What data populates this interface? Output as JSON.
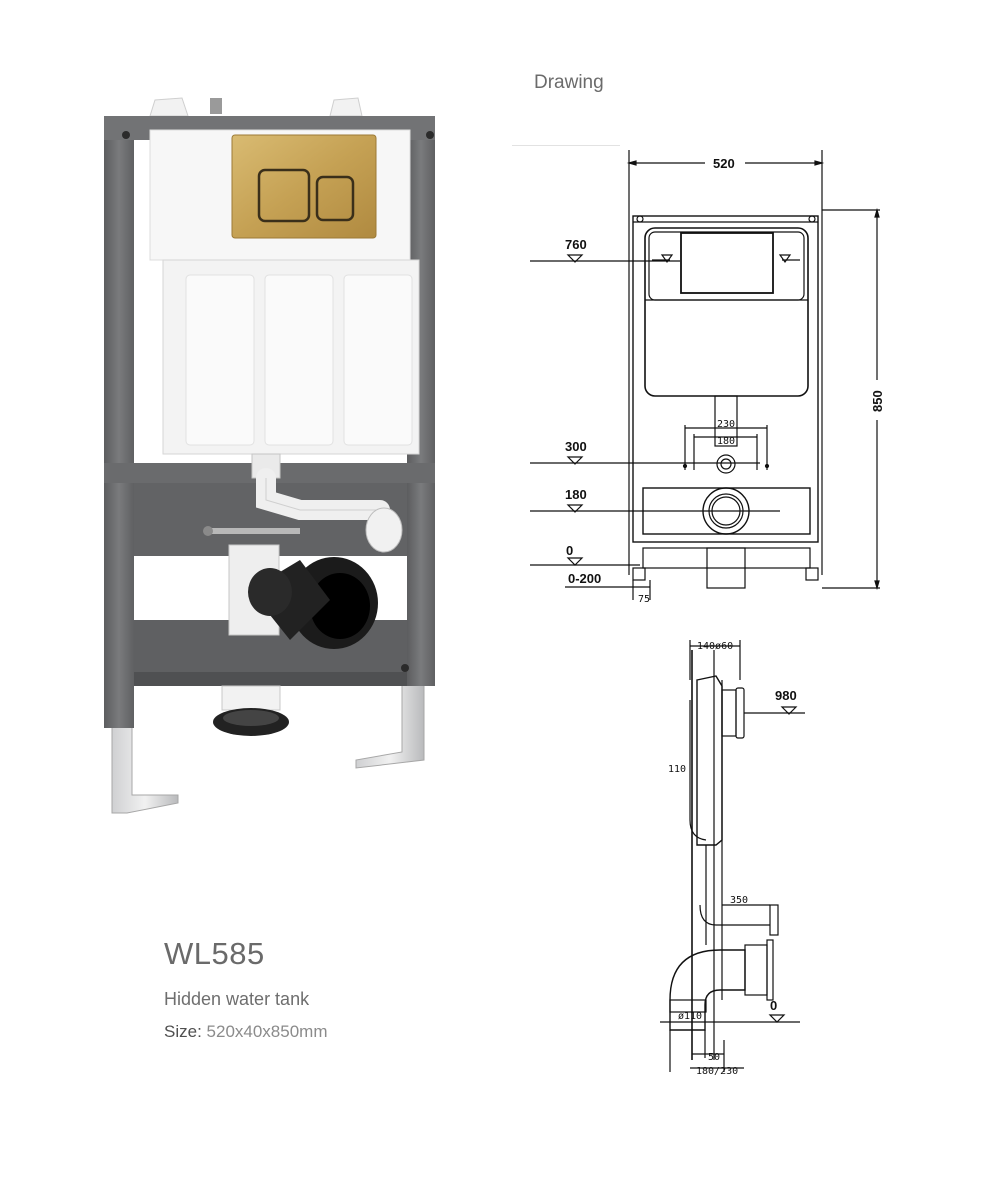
{
  "header": {
    "drawing_label": "Drawing"
  },
  "product": {
    "model": "WL585",
    "description": "Hidden water tank",
    "size_label": "Size:",
    "size_value": "520x40x850mm"
  },
  "front_drawing": {
    "width_dim": "520",
    "height_dim": "850",
    "level_760": "760",
    "level_300": "300",
    "level_180": "180",
    "level_0": "0",
    "adjust_range": "0-200",
    "foot_dim": "75",
    "spacing_outer": "230",
    "spacing_inner": "180"
  },
  "side_drawing": {
    "top_dim": "140ø60",
    "level_980": "980",
    "depth_dim": "110",
    "dim_350": "350",
    "level_0": "0",
    "pipe_dim": "ø110",
    "dim_50": "50",
    "bottom_dim": "180/230"
  },
  "colors": {
    "frame": "#6d6e70",
    "cistern": "#f4f4f4",
    "flush_plate": "#c9a65a",
    "drain_pipe": "#1a1a1a"
  }
}
